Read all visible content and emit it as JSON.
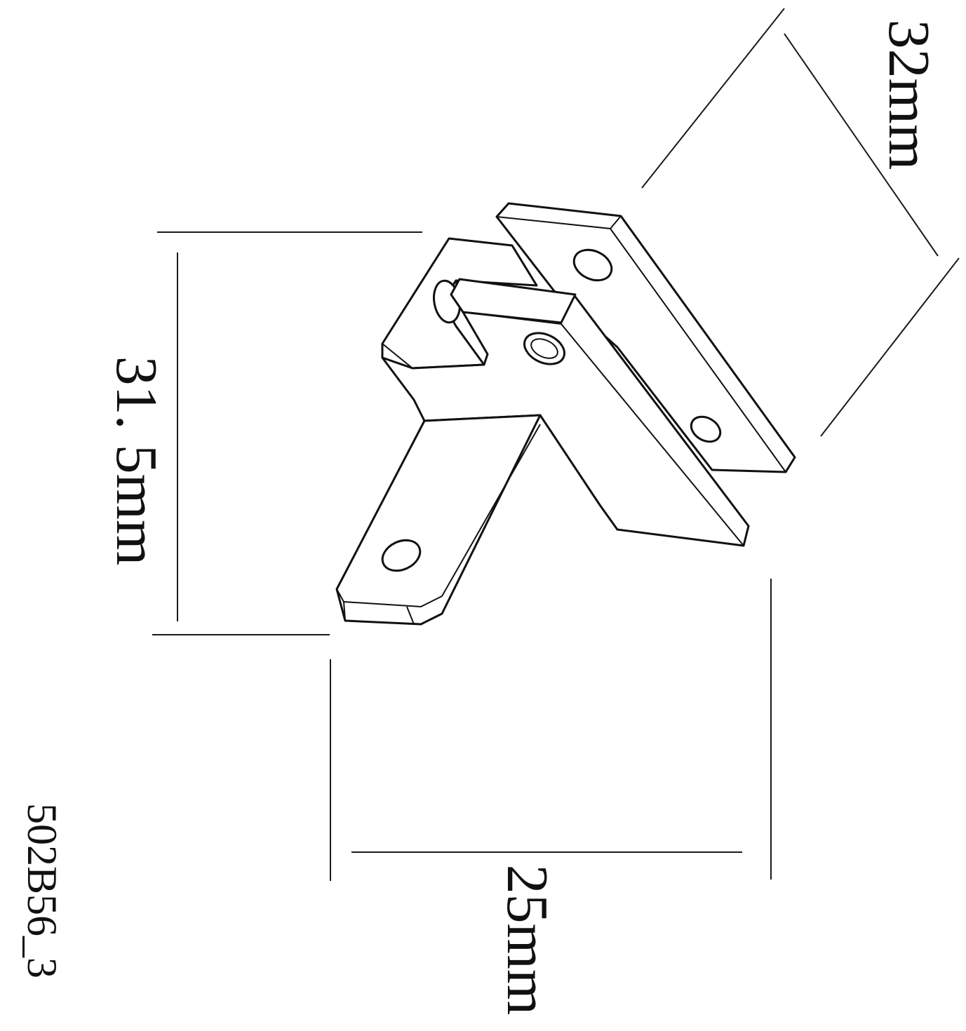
{
  "dimensions": {
    "width_label": "32mm",
    "height_label": "31. 5mm",
    "depth_label": "25mm"
  },
  "part_code": "502B56_3",
  "colors": {
    "line": "#111111",
    "background": "#ffffff"
  }
}
